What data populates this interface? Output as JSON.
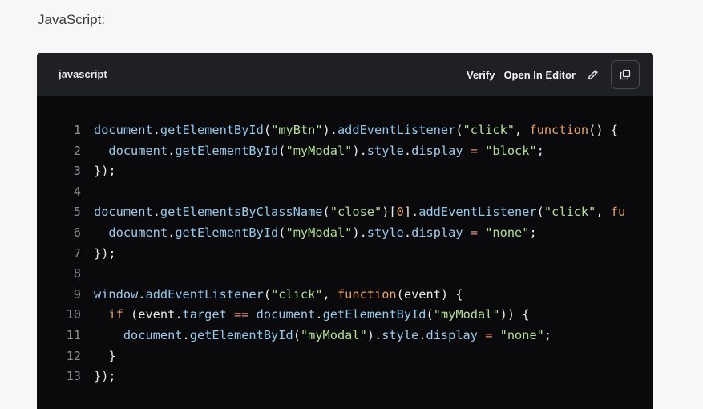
{
  "section": {
    "title": "JavaScript:"
  },
  "header": {
    "language": "javascript",
    "verify_label": "Verify",
    "open_editor_label": "Open In Editor",
    "edit_icon": "pencil-icon",
    "copy_icon": "copy-icon"
  },
  "colors": {
    "page_bg": "#f7f7f8",
    "code_bg": "#0a0a0d",
    "header_bg": "#1f2023",
    "identifier": "#9fc9ea",
    "string": "#b3de99",
    "keyword": "#e7a36a",
    "operator": "#e58b84",
    "line_number": "#8a8d96"
  },
  "code": {
    "lines": [
      {
        "n": "1",
        "tokens": [
          [
            "id",
            "document"
          ],
          [
            "p",
            "."
          ],
          [
            "fn",
            "getElementById"
          ],
          [
            "p",
            "("
          ],
          [
            "str",
            "\"myBtn\""
          ],
          [
            "p",
            ")."
          ],
          [
            "fn",
            "addEventListener"
          ],
          [
            "p",
            "("
          ],
          [
            "str",
            "\"click\""
          ],
          [
            "p",
            ", "
          ],
          [
            "kw",
            "function"
          ],
          [
            "p",
            "() {"
          ]
        ]
      },
      {
        "n": "2",
        "tokens": [
          [
            "p",
            "  "
          ],
          [
            "id",
            "document"
          ],
          [
            "p",
            "."
          ],
          [
            "fn",
            "getElementById"
          ],
          [
            "p",
            "("
          ],
          [
            "str",
            "\"myModal\""
          ],
          [
            "p",
            ")."
          ],
          [
            "id",
            "style"
          ],
          [
            "p",
            "."
          ],
          [
            "id",
            "display"
          ],
          [
            "p",
            " "
          ],
          [
            "op",
            "="
          ],
          [
            "p",
            " "
          ],
          [
            "str",
            "\"block\""
          ],
          [
            "p",
            ";"
          ]
        ]
      },
      {
        "n": "3",
        "tokens": [
          [
            "p",
            "});"
          ]
        ]
      },
      {
        "n": "4",
        "tokens": []
      },
      {
        "n": "5",
        "tokens": [
          [
            "id",
            "document"
          ],
          [
            "p",
            "."
          ],
          [
            "fn",
            "getElementsByClassName"
          ],
          [
            "p",
            "("
          ],
          [
            "str",
            "\"close\""
          ],
          [
            "p",
            ")["
          ],
          [
            "num",
            "0"
          ],
          [
            "p",
            "]."
          ],
          [
            "fn",
            "addEventListener"
          ],
          [
            "p",
            "("
          ],
          [
            "str",
            "\"click\""
          ],
          [
            "p",
            ", "
          ],
          [
            "kw",
            "fu"
          ]
        ]
      },
      {
        "n": "6",
        "tokens": [
          [
            "p",
            "  "
          ],
          [
            "id",
            "document"
          ],
          [
            "p",
            "."
          ],
          [
            "fn",
            "getElementById"
          ],
          [
            "p",
            "("
          ],
          [
            "str",
            "\"myModal\""
          ],
          [
            "p",
            ")."
          ],
          [
            "id",
            "style"
          ],
          [
            "p",
            "."
          ],
          [
            "id",
            "display"
          ],
          [
            "p",
            " "
          ],
          [
            "op",
            "="
          ],
          [
            "p",
            " "
          ],
          [
            "str",
            "\"none\""
          ],
          [
            "p",
            ";"
          ]
        ]
      },
      {
        "n": "7",
        "tokens": [
          [
            "p",
            "});"
          ]
        ]
      },
      {
        "n": "8",
        "tokens": []
      },
      {
        "n": "9",
        "tokens": [
          [
            "id",
            "window"
          ],
          [
            "p",
            "."
          ],
          [
            "fn",
            "addEventListener"
          ],
          [
            "p",
            "("
          ],
          [
            "str",
            "\"click\""
          ],
          [
            "p",
            ", "
          ],
          [
            "kw",
            "function"
          ],
          [
            "p",
            "("
          ],
          [
            "p",
            "event"
          ],
          [
            "p",
            ") {"
          ]
        ]
      },
      {
        "n": "10",
        "tokens": [
          [
            "p",
            "  "
          ],
          [
            "kw",
            "if"
          ],
          [
            "p",
            " ("
          ],
          [
            "p",
            "event"
          ],
          [
            "p",
            "."
          ],
          [
            "id",
            "target"
          ],
          [
            "p",
            " "
          ],
          [
            "op",
            "=="
          ],
          [
            "p",
            " "
          ],
          [
            "id",
            "document"
          ],
          [
            "p",
            "."
          ],
          [
            "fn",
            "getElementById"
          ],
          [
            "p",
            "("
          ],
          [
            "str",
            "\"myModal\""
          ],
          [
            "p",
            ")) {"
          ]
        ]
      },
      {
        "n": "11",
        "tokens": [
          [
            "p",
            "    "
          ],
          [
            "id",
            "document"
          ],
          [
            "p",
            "."
          ],
          [
            "fn",
            "getElementById"
          ],
          [
            "p",
            "("
          ],
          [
            "str",
            "\"myModal\""
          ],
          [
            "p",
            ")."
          ],
          [
            "id",
            "style"
          ],
          [
            "p",
            "."
          ],
          [
            "id",
            "display"
          ],
          [
            "p",
            " "
          ],
          [
            "op",
            "="
          ],
          [
            "p",
            " "
          ],
          [
            "str",
            "\"none\""
          ],
          [
            "p",
            ";"
          ]
        ]
      },
      {
        "n": "12",
        "tokens": [
          [
            "p",
            "  }"
          ]
        ]
      },
      {
        "n": "13",
        "tokens": [
          [
            "p",
            "});"
          ]
        ]
      }
    ]
  }
}
